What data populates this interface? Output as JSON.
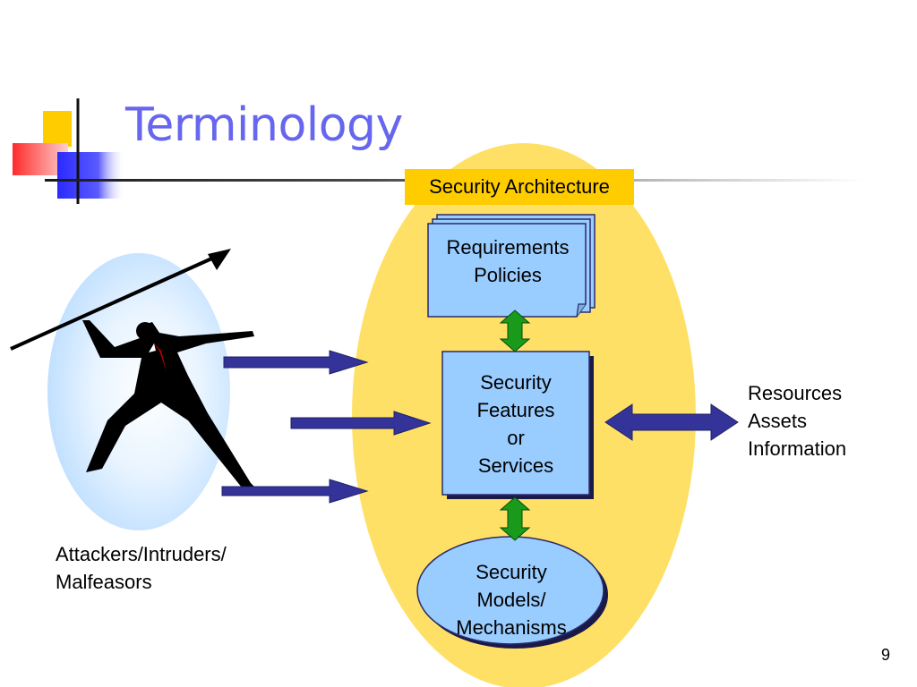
{
  "slide": {
    "title": "Terminology",
    "page_number": "9"
  },
  "diagram": {
    "container_label": "Security Architecture",
    "requirements_box": [
      "Requirements",
      "Policies"
    ],
    "features_box": [
      "Security",
      "Features",
      "or",
      "Services"
    ],
    "mechanisms_box": [
      "Security",
      "Models/",
      "Mechanisms"
    ],
    "resources_label": [
      "Resources",
      "Assets",
      "Information"
    ],
    "attackers_label": [
      "Attackers/Intruders/",
      "Malfeasors"
    ]
  },
  "colors": {
    "title": "#6666ee",
    "ellipse_fill": "#ffe066",
    "badge_fill": "#ffcc00",
    "box_fill": "#99ccff",
    "connector_green": "#1a9a1a",
    "arrow_blue": "#333399",
    "attacker_bg": "#cde6ff"
  },
  "icons": {
    "attacker": "javelin-thrower-clipart",
    "bullet_decoration": "color-block-decoration"
  }
}
